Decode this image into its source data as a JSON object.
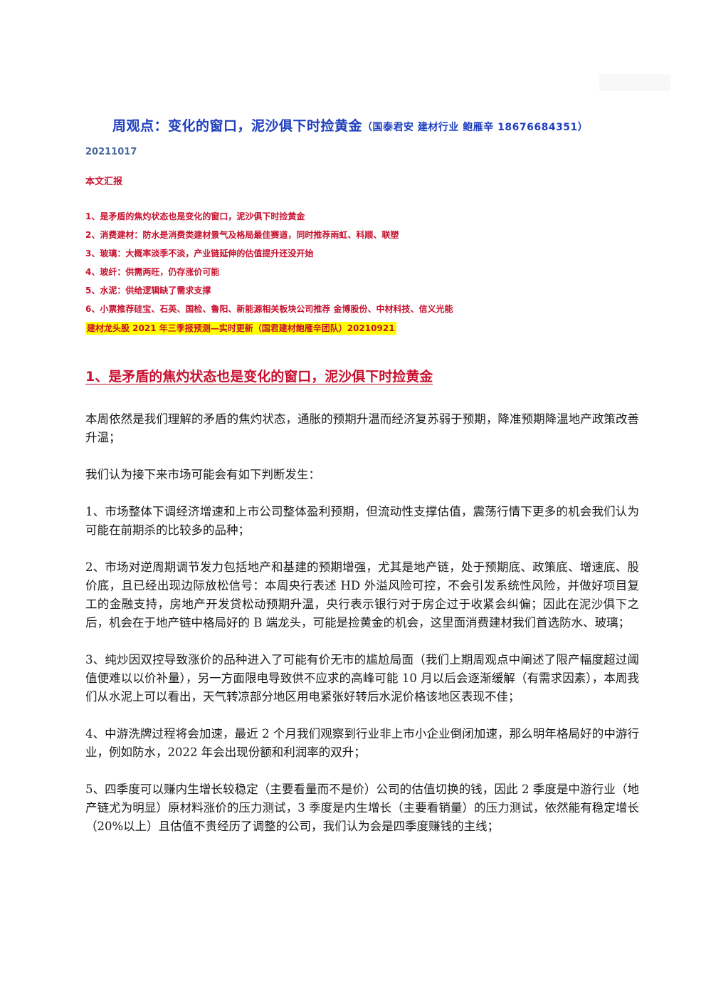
{
  "header": {
    "title": "周观点：变化的窗口，泥沙俱下时捡黄金",
    "subtitle": "（国泰君安 建材行业 鲍雁辛 18676684351）",
    "date": "20211017"
  },
  "summary": {
    "title": "本文汇报",
    "items": [
      "1、是矛盾的焦灼状态也是变化的窗口，泥沙俱下时捡黄金",
      "2、消费建材：防水是消费类建材景气及格局最佳赛道，同时推荐雨虹、科顺、联塑",
      "3、玻璃：大概率淡季不淡，产业链延伸的估值提升还没开始",
      "4、玻纤：供需两旺，仍存涨价可能",
      "5、水泥：供给逻辑缺了需求支撑",
      "6、小票推荐硅宝、石英、国检、鲁阳、新能源相关板块公司推荐 金博股份、中材科技、信义光能"
    ],
    "highlight": "建材龙头股 2021 年三季报预测—实时更新（国君建材鲍雁辛团队）20210921"
  },
  "section1": {
    "heading": "1、是矛盾的焦灼状态也是变化的窗口，泥沙俱下时捡黄金",
    "paragraphs": [
      "本周依然是我们理解的矛盾的焦灼状态，通胀的预期升温而经济复苏弱于预期，降准预期降温地产政策改善升温；",
      "我们认为接下来市场可能会有如下判断发生：",
      "1、市场整体下调经济增速和上市公司整体盈利预期，但流动性支撑估值，震荡行情下更多的机会我们认为可能在前期杀的比较多的品种；",
      "2、市场对逆周期调节发力包括地产和基建的预期增强，尤其是地产链，处于预期底、政策底、增速底、股价底，且已经出现边际放松信号：本周央行表述 HD 外溢风险可控，不会引发系统性风险，并做好项目复工的金融支持，房地产开发贷松动预期升温，央行表示银行对于房企过于收紧会纠偏；因此在泥沙俱下之后，机会在于地产链中格局好的 B 端龙头，可能是捡黄金的机会，这里面消费建材我们首选防水、玻璃；",
      "3、纯炒因双控导致涨价的品种进入了可能有价无市的尴尬局面（我们上期周观点中阐述了限产幅度超过阈值便难以以价补量），另一方面限电导致供不应求的高峰可能 10 月以后会逐渐缓解（有需求因素），本周我们从水泥上可以看出，天气转凉部分地区用电紧张好转后水泥价格该地区表现不佳；",
      "4、中游洗牌过程将会加速，最近 2 个月我们观察到行业非上市小企业倒闭加速，那么明年格局好的中游行业，例如防水，2022 年会出现份额和利润率的双升；",
      "5、四季度可以赚内生增长较稳定（主要看量而不是价）公司的估值切换的钱，因此 2 季度是中游行业（地产链尤为明显）原材料涨价的压力测试，3 季度是内生增长（主要看销量）的压力测试，依然能有稳定增长（20%以上）且估值不贵经历了调整的公司，我们认为会是四季度赚钱的主线；"
    ]
  },
  "colors": {
    "title_blue": "#1f3fbf",
    "accent_red": "#c8102e",
    "highlight_yellow": "#ffff00",
    "date_gray_blue": "#4a6a9c"
  }
}
